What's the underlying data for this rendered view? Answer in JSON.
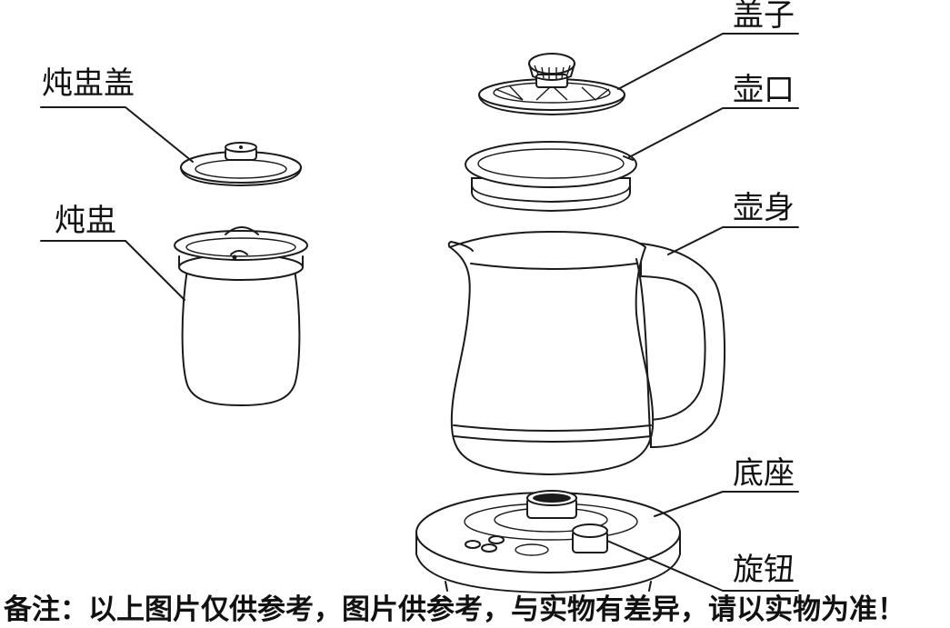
{
  "labels": {
    "stew_cup_lid": "炖盅盖",
    "stew_cup": "炖盅",
    "lid": "盖子",
    "spout": "壶口",
    "kettle_body": "壶身",
    "base": "底座",
    "knob": "旋钮"
  },
  "footer_note": "备注：以上图片仅供参考，图片供参考，与实物有差异，请以实物为准！"
}
